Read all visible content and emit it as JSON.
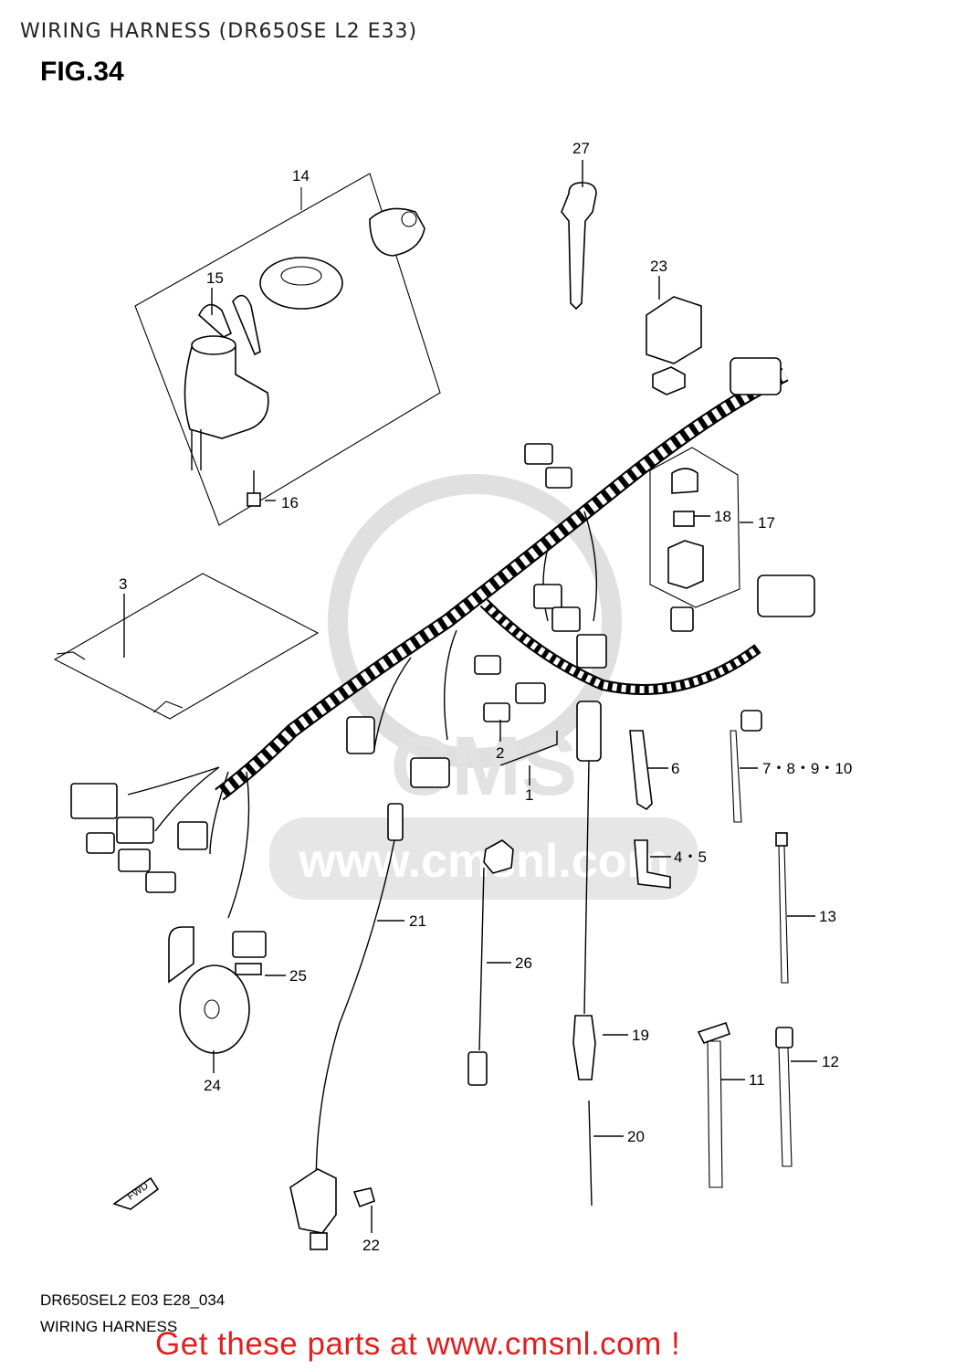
{
  "header": {
    "title": "WIRING HARNESS (DR650SE L2 E33)",
    "figure": "FIG.34"
  },
  "callouts": {
    "c1": "1",
    "c2": "2",
    "c3": "3",
    "c45": "4・5",
    "c6": "6",
    "c7810": "7・8・9・10",
    "c11": "11",
    "c12": "12",
    "c13": "13",
    "c14": "14",
    "c15": "15",
    "c16": "16",
    "c17": "17",
    "c18": "18",
    "c19": "19",
    "c20": "20",
    "c21": "21",
    "c22": "22",
    "c23": "23",
    "c24": "24",
    "c25": "25",
    "c26": "26",
    "c27": "27"
  },
  "fwd_label": "FWD",
  "watermark": {
    "logo": "CMS",
    "url": "www.cmsnl.com"
  },
  "footer": {
    "code": "DR650SEL2 E03 E28_034",
    "name": "WIRING HARNESS",
    "cta": "Get these parts at www.cmsnl.com !",
    "cta_color": "#e02020"
  }
}
